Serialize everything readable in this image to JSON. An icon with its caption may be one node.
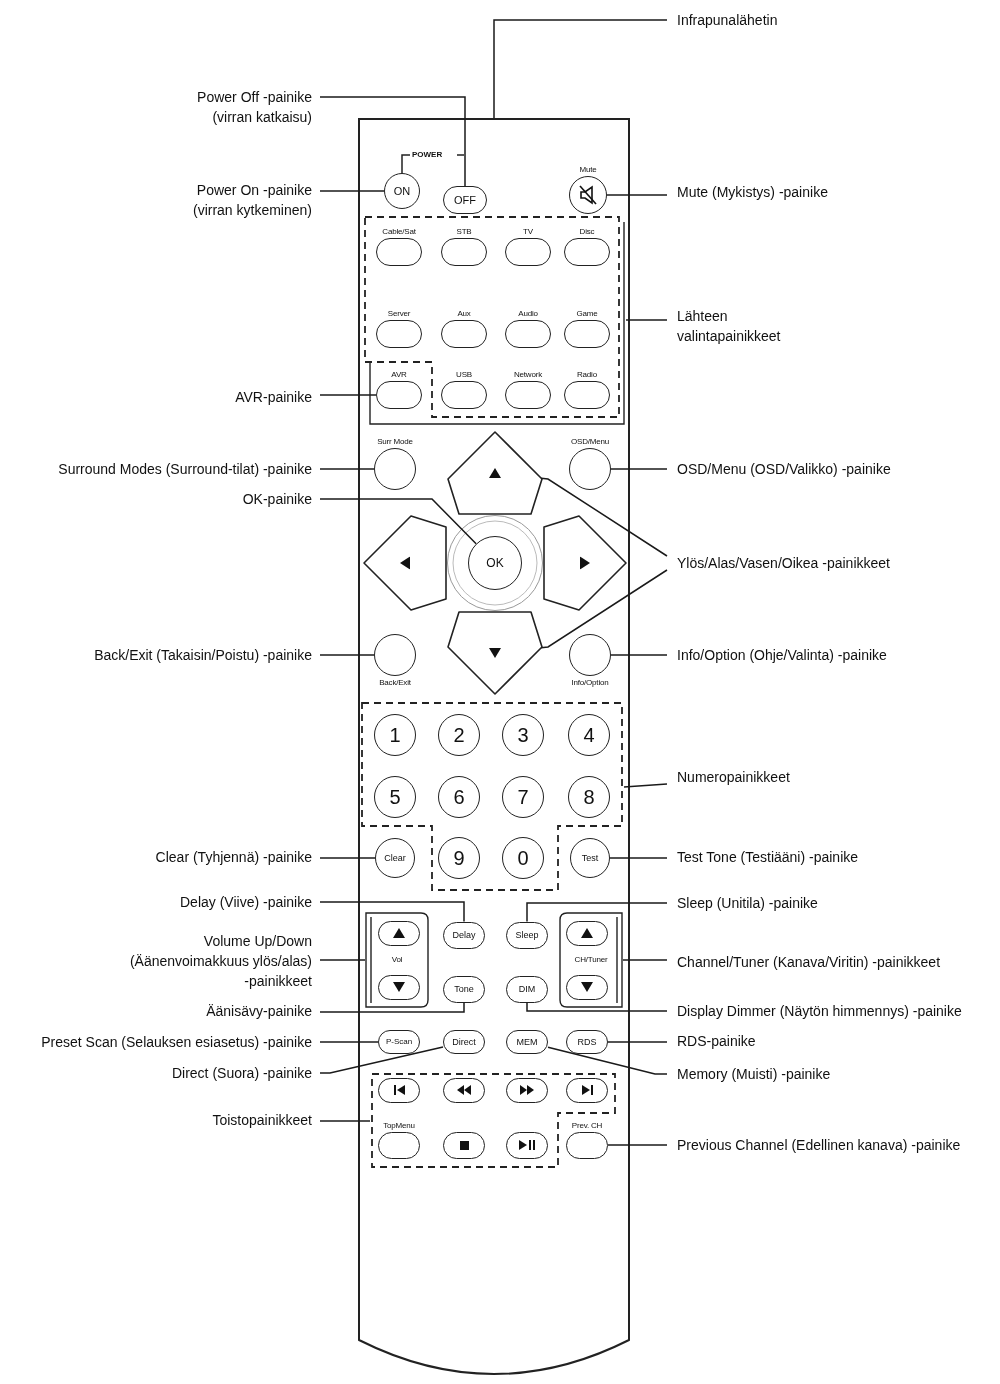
{
  "diagram": {
    "nodes": [
      {
        "text": [
          "Infrapunalähetin"
        ]
      },
      {
        "text": [
          "Power Off -painike (virran katkaisu)"
        ]
      },
      {
        "text": [
          "Power On -painike (virran kytkeminen)"
        ]
      },
      {
        "text": [
          "Mute (Mykistys) -painike"
        ]
      },
      {
        "text": [
          "Lähteen valintapainikkeet"
        ]
      },
      {
        "text": [
          "AVR-painike"
        ]
      },
      {
        "text": [
          "Surround Modes (Surround-tilat) -painike"
        ]
      },
      {
        "text": [
          "OSD/Menu (OSD/Valikko) -painike"
        ]
      },
      {
        "text": [
          "OK-painike"
        ]
      },
      {
        "text": [
          "Ylös/Alas/Vasen/Oikea -painikkeet"
        ]
      },
      {
        "text": [
          "Back/Exit (Takaisin/Poistu) -painike"
        ]
      },
      {
        "text": [
          "Info/Option (Ohje/Valinta) -painike"
        ]
      },
      {
        "text": [
          "Numeropainikkeet"
        ]
      },
      {
        "text": [
          "Clear (Tyhjennä) -painike"
        ]
      },
      {
        "text": [
          "Test Tone (Testiääni) -painike"
        ]
      },
      {
        "text": [
          "Delay (Viive) -painike"
        ]
      },
      {
        "text": [
          "Sleep (Unitila) -painike"
        ]
      },
      {
        "text": [
          "Volume Up/Down (Äänenvoimakkuus ylös/alas) -painikkeet"
        ]
      },
      {
        "text": [
          "Channel/Tuner (Kanava/Viritin) -painikkeet"
        ]
      },
      {
        "text": [
          "Äänisävy-painike"
        ]
      },
      {
        "text": [
          "Display Dimmer (Näytön himmennys) -painike"
        ]
      },
      {
        "text": [
          "Preset Scan (Selauksen esiasetus) -painike"
        ]
      },
      {
        "text": [
          "RDS-painike"
        ]
      },
      {
        "text": [
          "Direct (Suora) -painike"
        ]
      },
      {
        "text": [
          "Memory (Muisti) -painike"
        ]
      },
      {
        "text": [
          "Toistopainikkeet"
        ]
      },
      {
        "text": [
          "Previous Channel (Edellinen kanava) -painike"
        ]
      },
      {
        "text": [],
        "shape": "box"
      },
      {
        "text": [
          "ON"
        ],
        "in": 27
      },
      {
        "text": [
          "OFF"
        ],
        "in": 27
      },
      {
        "text": [
          "Mute"
        ],
        "in": 27
      },
      {
        "text": [],
        "shape": "box",
        "in": 27
      },
      {
        "text": [
          "Cable/Sat"
        ],
        "in": 31
      },
      {
        "text": [
          "STB"
        ],
        "in": 31
      },
      {
        "text": [
          "TV"
        ],
        "in": 31
      },
      {
        "text": [
          "Disc"
        ],
        "in": 31
      },
      {
        "text": [
          "Server"
        ],
        "in": 31
      },
      {
        "text": [
          "Aux"
        ],
        "in": 31
      },
      {
        "text": [
          "Audio"
        ],
        "in": 31
      },
      {
        "text": [
          "Game"
        ],
        "in": 31
      },
      {
        "text": [
          "AVR"
        ],
        "in": 31
      },
      {
        "text": [
          "USB"
        ],
        "in": 31
      },
      {
        "text": [
          "Network"
        ],
        "in": 31
      },
      {
        "text": [
          "Radio"
        ],
        "in": 31
      },
      {
        "text": [
          "Surr Mode"
        ],
        "in": 27
      },
      {
        "text": [
          "OSD/Menu"
        ],
        "in": 27
      },
      {
        "text": [],
        "shape": "diamond",
        "in": 27
      },
      {
        "text": [],
        "shape": "diamond",
        "in": 27
      },
      {
        "text": [
          "OK"
        ],
        "in": 27
      },
      {
        "text": [],
        "shape": "diamond",
        "in": 27
      },
      {
        "text": [],
        "shape": "diamond",
        "in": 27
      },
      {
        "text": [
          "Back/Exit"
        ],
        "in": 27
      },
      {
        "text": [
          "Info/Option"
        ],
        "in": 27
      },
      {
        "text": [],
        "shape": "box",
        "in": 27
      },
      {
        "text": [
          "1"
        ],
        "in": 53
      },
      {
        "text": [
          "2"
        ],
        "in": 53
      },
      {
        "text": [
          "3"
        ],
        "in": 53
      },
      {
        "text": [
          "4"
        ],
        "in": 53
      },
      {
        "text": [
          "5"
        ],
        "in": 53
      },
      {
        "text": [
          "6"
        ],
        "in": 53
      },
      {
        "text": [
          "7"
        ],
        "in": 53
      },
      {
        "text": [
          "8"
        ],
        "in": 53
      },
      {
        "text": [
          "Clear"
        ],
        "in": 27
      },
      {
        "text": [
          "9"
        ],
        "in": 53
      },
      {
        "text": [
          "0"
        ],
        "in": 53
      },
      {
        "text": [
          "Test"
        ],
        "in": 27
      },
      {
        "text": [
          "Vol"
        ],
        "in": 27
      },
      {
        "text": [],
        "shape": "box",
        "in": 66
      },
      {
        "text": [],
        "shape": "box",
        "in": 66
      },
      {
        "text": [
          "Delay"
        ],
        "in": 27
      },
      {
        "text": [
          "Sleep"
        ],
        "in": 27
      },
      {
        "text": [
          "CH/Tuner"
        ],
        "in": 27
      },
      {
        "text": [],
        "shape": "box",
        "in": 71
      },
      {
        "text": [],
        "shape": "box",
        "in": 71
      },
      {
        "text": [
          "Tone"
        ],
        "in": 27
      },
      {
        "text": [
          "DIM"
        ],
        "in": 27
      },
      {
        "text": [
          "P-Scan"
        ],
        "in": 27
      },
      {
        "text": [
          "Direct"
        ],
        "in": 27
      },
      {
        "text": [
          "MEM"
        ],
        "in": 27
      },
      {
        "text": [
          "RDS"
        ],
        "in": 27
      },
      {
        "text": [],
        "shape": "box",
        "in": 27
      },
      {
        "text": [],
        "shape": "box",
        "in": 80
      },
      {
        "text": [],
        "shape": "box",
        "in": 80
      },
      {
        "text": [],
        "shape": "box",
        "in": 80
      },
      {
        "text": [],
        "shape": "box",
        "in": 80
      },
      {
        "text": [
          "TopMenu"
        ],
        "in": 80
      },
      {
        "text": [],
        "shape": "box",
        "in": 80
      },
      {
        "text": [],
        "shape": "box",
        "in": 80
      },
      {
        "text": [
          "Prev. CH"
        ],
        "in": 27
      }
    ],
    "edges": [
      {
        "from": 0,
        "to": 27,
        "arrow": "none"
      },
      {
        "from": 1,
        "to": 29,
        "arrow": "none"
      },
      {
        "from": 2,
        "to": 28,
        "arrow": "none"
      },
      {
        "from": 3,
        "to": 30,
        "arrow": "none"
      },
      {
        "from": 4,
        "to": 31,
        "arrow": "none"
      },
      {
        "from": 5,
        "to": 40,
        "arrow": "none"
      },
      {
        "from": 6,
        "to": 44,
        "arrow": "none"
      },
      {
        "from": 7,
        "to": 45,
        "arrow": "none"
      },
      {
        "from": 8,
        "to": 48,
        "arrow": "none"
      },
      {
        "from": 9,
        "to": 46,
        "arrow": "none"
      },
      {
        "from": 9,
        "to": 50,
        "arrow": "none"
      },
      {
        "from": 10,
        "to": 51,
        "arrow": "none"
      },
      {
        "from": 11,
        "to": 52,
        "arrow": "none"
      },
      {
        "from": 12,
        "to": 53,
        "arrow": "none"
      },
      {
        "from": 13,
        "to": 62,
        "arrow": "none"
      },
      {
        "from": 14,
        "to": 65,
        "arrow": "none"
      },
      {
        "from": 15,
        "to": 69,
        "arrow": "none"
      },
      {
        "from": 16,
        "to": 70,
        "arrow": "none"
      },
      {
        "from": 17,
        "to": 66,
        "arrow": "none"
      },
      {
        "from": 18,
        "to": 71,
        "arrow": "none"
      },
      {
        "from": 19,
        "to": 74,
        "arrow": "none"
      },
      {
        "from": 20,
        "to": 75,
        "arrow": "none"
      },
      {
        "from": 21,
        "to": 76,
        "arrow": "none"
      },
      {
        "from": 22,
        "to": 79,
        "arrow": "none"
      },
      {
        "from": 23,
        "to": 77,
        "arrow": "none"
      },
      {
        "from": 24,
        "to": 78,
        "arrow": "none"
      },
      {
        "from": 25,
        "to": 80,
        "arrow": "none"
      },
      {
        "from": 26,
        "to": 88,
        "arrow": "none"
      }
    ],
    "labels": [
      "POWER"
    ]
  }
}
